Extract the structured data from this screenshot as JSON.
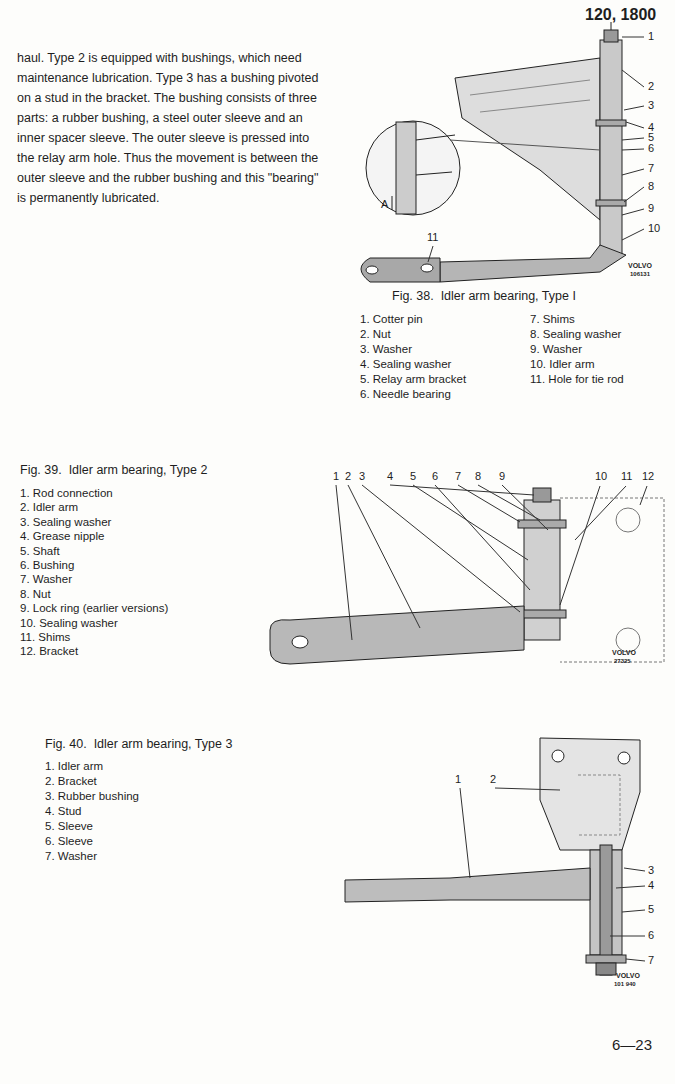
{
  "diagram": {
    "labels": [
      "120, 1800",
      "haul. Type 2 is equipped with bushings, which need maintenance lubrication. Type 3 has a bushing pivoted on a stud in the bracket. The bushing consists of three parts: a rubber bushing, a steel outer sleeve and an inner spacer sleeve. The outer sleeve is pressed into the relay arm hole. Thus the movement is between the outer sleeve and the rubber bushing and this \"bearing\" is permanently lubricated.",
      "Fig. 38.  Idler arm bearing, Type I",
      "1. Cotter pin",
      "2. Nut",
      "3. Washer",
      "4. Sealing washer",
      "5. Relay arm bracket",
      "6. Needle bearing",
      "7. Shims",
      "8. Sealing washer",
      "9. Washer",
      "10. Idler arm",
      "11. Hole for tie rod",
      "Fig. 39.  Idler arm bearing, Type 2",
      "1. Rod connection",
      "2. Idler arm",
      "3. Sealing washer",
      "4. Grease nipple",
      "5. Shaft",
      "6. Bushing",
      "7. Washer",
      "8. Nut",
      "9. Lock ring (earlier versions)",
      "10. Sealing washer",
      "11. Shims",
      "12. Bracket",
      "Fig. 40.  Idler arm bearing, Type 3",
      "1. Idler arm",
      "2. Bracket",
      "3. Rubber bushing",
      "4. Stud",
      "5. Sleeve",
      "6. Sleeve",
      "7. Washer",
      "6—23",
      "1",
      "2",
      "3",
      "4",
      "5",
      "6",
      "7",
      "8",
      "9",
      "10",
      "11",
      "A",
      "VOLVO",
      "106131",
      "1",
      "2",
      "3",
      "4",
      "5",
      "6",
      "7",
      "8",
      "9",
      "10",
      "11",
      "12",
      "VOLVO",
      "27325",
      "1",
      "2",
      "3",
      "4",
      "5",
      "6",
      "7",
      "VOLVO",
      "101 940"
    ]
  }
}
